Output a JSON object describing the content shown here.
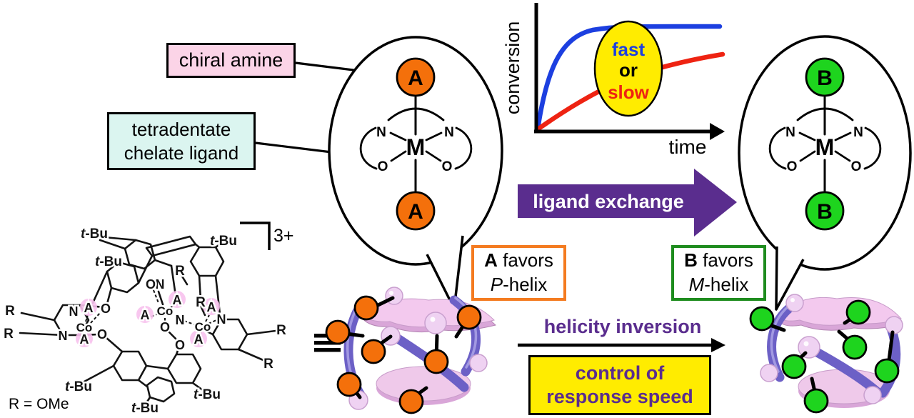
{
  "callouts": {
    "chiral_amine": "chiral amine",
    "tetradentate_line1": "tetradentate",
    "tetradentate_line2": "chelate ligand"
  },
  "bubbles": {
    "left": {
      "ligand": "A",
      "metal": "M",
      "n": "N",
      "o": "O"
    },
    "right": {
      "ligand": "B",
      "metal": "M",
      "n": "N",
      "o": "O"
    }
  },
  "chart_data": {
    "type": "line",
    "title": "",
    "xlabel": "time",
    "ylabel": "conversion",
    "x_range": [
      0,
      10
    ],
    "y_range": [
      0,
      1
    ],
    "grid": false,
    "legend_position": "none",
    "series": [
      {
        "name": "fast",
        "color": "#1C3FE0",
        "x": [
          0,
          0.5,
          1,
          1.5,
          2,
          3,
          4,
          5,
          6,
          8,
          10
        ],
        "values": [
          0,
          0.3,
          0.55,
          0.72,
          0.84,
          0.94,
          0.98,
          0.99,
          1.0,
          1.0,
          1.0
        ]
      },
      {
        "name": "slow",
        "color": "#EE2312",
        "x": [
          0,
          1,
          2,
          3,
          4,
          5,
          6,
          7,
          8,
          9,
          10
        ],
        "values": [
          0,
          0.1,
          0.19,
          0.27,
          0.34,
          0.41,
          0.47,
          0.52,
          0.56,
          0.6,
          0.63
        ]
      }
    ],
    "annotations": [
      {
        "text": "fast",
        "color": "#1C3FE0"
      },
      {
        "text": "or",
        "color": "#000000"
      },
      {
        "text": "slow",
        "color": "#EE2312"
      }
    ]
  },
  "process": {
    "ligand_exchange": "ligand exchange",
    "helicity_inversion": "helicity inversion",
    "control_line1": "control of",
    "control_line2": "response speed"
  },
  "favors": {
    "a_bold": "A",
    "a_rest": " favors",
    "a_italic": "P",
    "a_suffix": "-helix",
    "b_bold": "B",
    "b_rest": " favors",
    "b_italic": "M",
    "b_suffix": "-helix"
  },
  "structure": {
    "charge": "3+",
    "r_definition": "R = OMe",
    "equivalence_symbol": "≡",
    "tbu_italic": "t",
    "tbu_rest": "-Bu",
    "cobalt": "Co",
    "ligand_a": "A",
    "nitrogen": "N",
    "oxygen": "O",
    "r_group": "R"
  },
  "colors": {
    "ligand_a_orange": "#F4700B",
    "ligand_b_green": "#1ED41E",
    "purple_accent": "#5A2D8E",
    "yellow_highlight": "#FFEC00",
    "fast_blue": "#1C3FE0",
    "slow_red": "#EE2312",
    "pink_callout": "#FBD4E7",
    "cyan_callout": "#DBF5F0",
    "orange_box_border": "#F47B20",
    "green_box_border": "#1E8C1E",
    "cage_panel_pink": "#F3C9EE",
    "cage_ribbon_purple": "#6C60C6",
    "cage_sphere_lavender": "#EFD2F2",
    "amine_highlight_pink": "#F8C2EE"
  }
}
